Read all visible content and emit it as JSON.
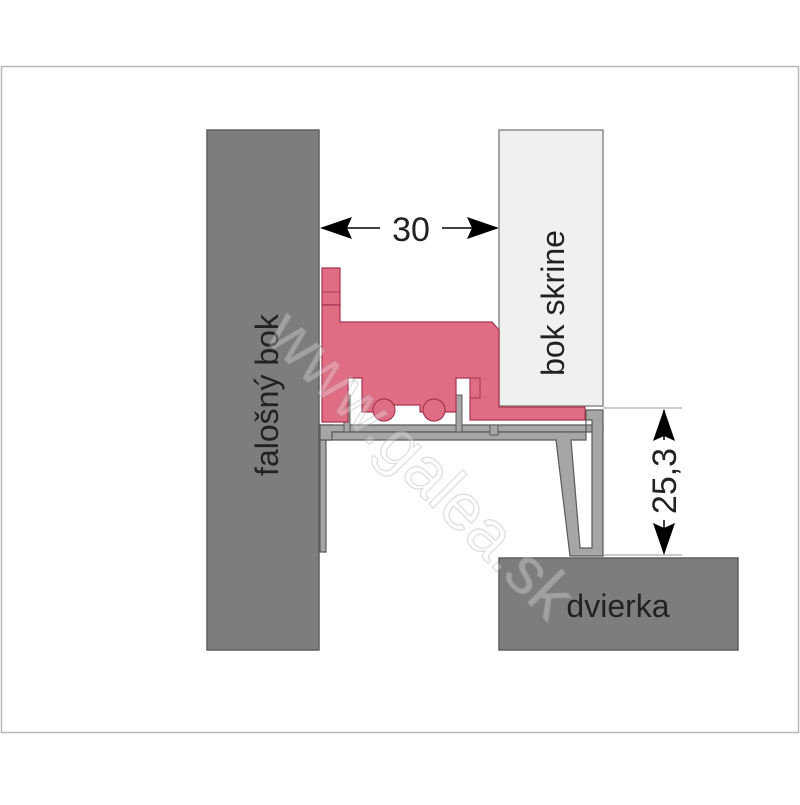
{
  "labels": {
    "false_side": "falošný bok",
    "cabinet_side": "bok skrine",
    "door": "dvierka",
    "watermark": "www.galea.sk"
  },
  "dimensions": {
    "gap_width": "30",
    "profile_height": "25,3"
  },
  "colors": {
    "frame_border": "#b8b8b8",
    "false_side_fill": "#7d7d7d",
    "false_side_edge": "#5e5e5e",
    "cabinet_side_fill": "#f0f0f0",
    "cabinet_side_edge": "#8a8a8a",
    "door_fill": "#7d7d7d",
    "guide_fill": "#e06d83",
    "guide_edge": "#a63650",
    "profile_fill": "#a6a6a6",
    "profile_edge": "#5a5a5a",
    "dimension_line": "#000000",
    "label_text": "#222222"
  }
}
